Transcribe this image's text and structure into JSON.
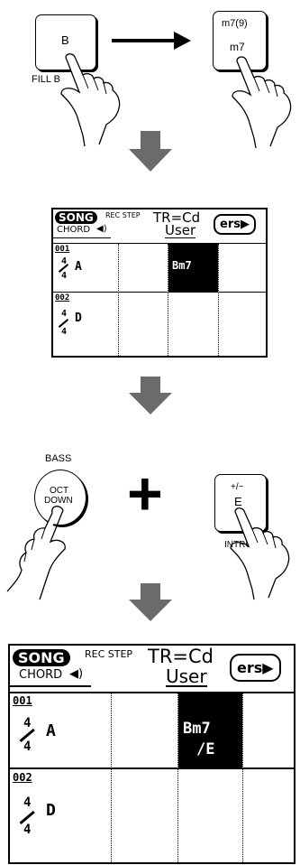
{
  "step1": {
    "left_key_label": "B",
    "left_key_caption": "FILL B",
    "right_key_top": "m7(9)",
    "right_key_bottom": "m7"
  },
  "lcd_small": {
    "song": "SONG",
    "mode": "REC STEP",
    "track": "TR=Cd",
    "chord_label": "CHORD",
    "chord_icon": "◀)",
    "user": "User",
    "ers_button": "ers▶",
    "measures": [
      {
        "number": "001",
        "time_top": "4",
        "time_bottom": "4",
        "first_chord": "A",
        "highlight_chord": "Bm7"
      },
      {
        "number": "002",
        "time_top": "4",
        "time_bottom": "4",
        "first_chord": "D"
      }
    ]
  },
  "step2": {
    "bass_label": "BASS",
    "oct_down_top": "OCT",
    "oct_down_bottom": "DOWN",
    "plus_symbol": "+",
    "right_key_top": "+/−",
    "right_key_bottom": "E",
    "right_key_caption": "INTRO"
  },
  "lcd_large": {
    "song": "SONG",
    "mode": "REC STEP",
    "track": "TR=Cd",
    "chord_label": "CHORD",
    "chord_icon": "◀)",
    "user": "User",
    "ers_button": "ers▶",
    "measures": [
      {
        "number": "001",
        "time_top": "4",
        "time_bottom": "4",
        "first_chord": "A",
        "highlight_chord": "Bm7",
        "highlight_bass": "/E"
      },
      {
        "number": "002",
        "time_top": "4",
        "time_bottom": "4",
        "first_chord": "D"
      }
    ]
  },
  "colors": {
    "arrow_gray": "#6b6b6b",
    "ink": "#000000",
    "background": "#ffffff"
  }
}
